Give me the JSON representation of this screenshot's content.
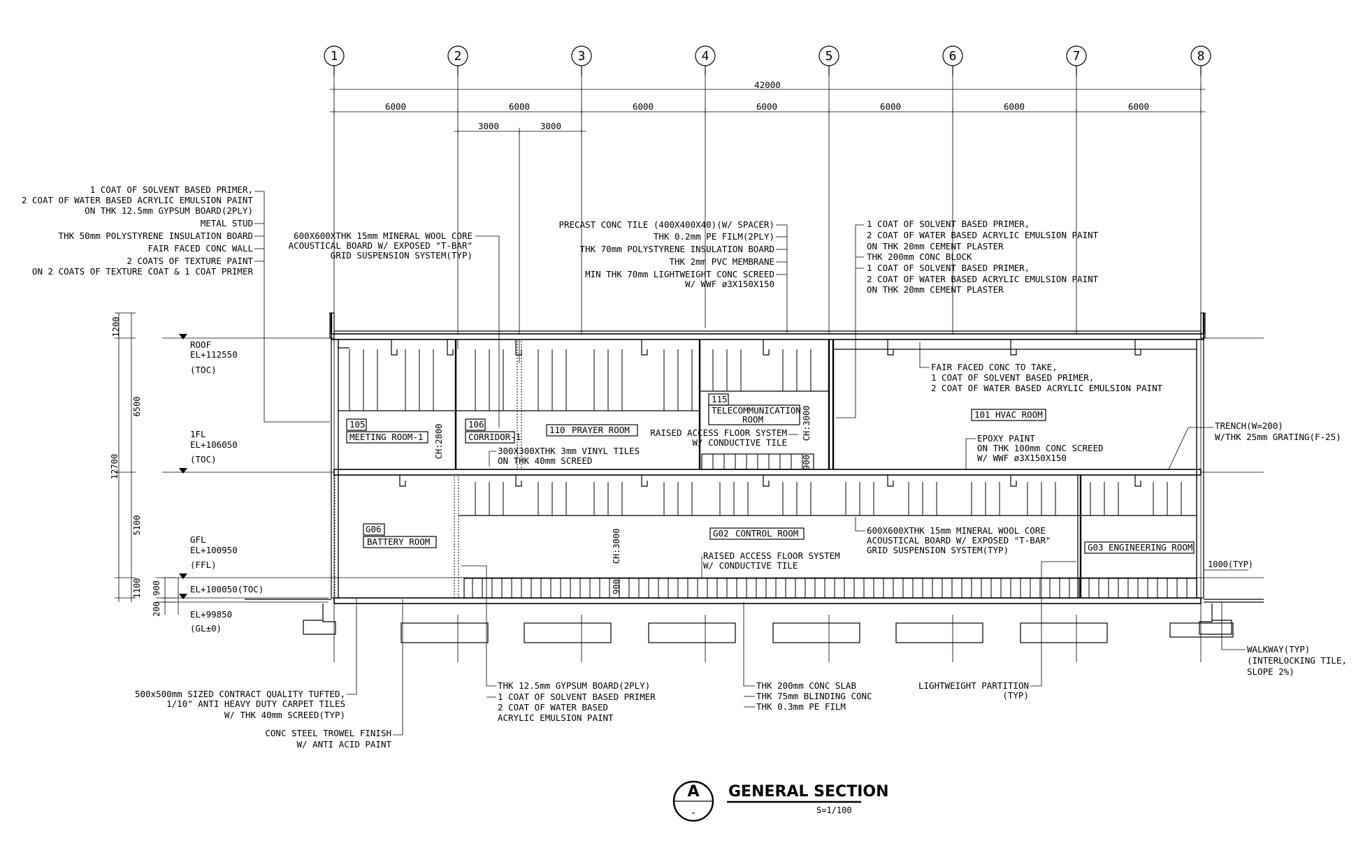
{
  "grid_axes": [
    "1",
    "2",
    "3",
    "4",
    "5",
    "6",
    "7",
    "8"
  ],
  "dimensions": {
    "overall": "42000",
    "bays": [
      "6000",
      "6000",
      "6000",
      "6000",
      "6000",
      "6000",
      "6000"
    ],
    "sub_bays": [
      "3000",
      "3000"
    ],
    "vertical_left": [
      "1200",
      "6500",
      "12700",
      "5100",
      "1100",
      "900",
      "200"
    ],
    "ceiling_heights": [
      "CH:2800",
      "CH:3000",
      "CH:3000"
    ],
    "raised_floor": [
      "900",
      "900"
    ],
    "walkway": "1000(TYP)"
  },
  "levels": [
    {
      "name": "ROOF",
      "el": "EL+112550",
      "note": "(TOC)"
    },
    {
      "name": "1FL",
      "el": "EL+106050",
      "note": "(TOC)"
    },
    {
      "name": "GFL",
      "el": "EL+100950",
      "note": "(FFL)"
    },
    {
      "name": "",
      "el": "EL+100050(TOC)",
      "note": ""
    },
    {
      "name": "",
      "el": "EL+99850",
      "note": "(GL±0)"
    }
  ],
  "rooms": [
    {
      "code": "105",
      "name": "MEETING ROOM-1"
    },
    {
      "code": "106",
      "name": "CORRIDOR-1"
    },
    {
      "code": "110",
      "name": "PRAYER ROOM"
    },
    {
      "code": "115",
      "name": "TELECOMMUNICATION",
      "name2": "ROOM"
    },
    {
      "code": "101",
      "name": "HVAC ROOM"
    },
    {
      "code": "G06",
      "name": "BATTERY ROOM"
    },
    {
      "code": "G02",
      "name": "CONTROL ROOM"
    },
    {
      "code": "G03",
      "name": "ENGINEERING ROOM"
    }
  ],
  "notes": {
    "wall_left": [
      "1 COAT OF SOLVENT BASED PRIMER,",
      "2 COAT OF WATER BASED ACRYLIC EMULSION PAINT",
      "ON THK 12.5mm GYPSUM BOARD(2PLY)",
      "METAL STUD",
      "THK 50mm POLYSTYRENE INSULATION BOARD",
      "FAIR FACED CONC WALL",
      "2 COATS OF TEXTURE PAINT",
      "ON 2 COATS OF TEXTURE COAT & 1 COAT PRIMER"
    ],
    "ceiling_upper": [
      "600X600XTHK 15mm MINERAL WOOL CORE",
      "ACOUSTICAL BOARD W/ EXPOSED \"T-BAR\"",
      "GRID SUSPENSION SYSTEM(TYP)"
    ],
    "roof": [
      "PRECAST CONC TILE (400X400X40)(W/ SPACER)",
      "THK 0.2mm PE FILM(2PLY)",
      "THK 70mm POLYSTYRENE INSULATION BOARD",
      "THK 2mm PVC MEMBRANE",
      "MIN THK 70mm LIGHTWEIGHT CONC SCREED",
      "W/ WWF ø3X150X150"
    ],
    "wall_right": [
      "1 COAT OF SOLVENT BASED PRIMER,",
      "2 COAT OF WATER BASED ACRYLIC EMULSION PAINT",
      "ON THK 20mm CEMENT PLASTER",
      "THK 200mm CONC BLOCK",
      "1 COAT OF SOLVENT BASED PRIMER,",
      "2 COAT OF WATER BASED ACRYLIC EMULSION PAINT",
      "ON THK 20mm CEMENT PLASTER"
    ],
    "hvac_wall": [
      "FAIR FACED CONC TO TAKE,",
      "1 COAT OF SOLVENT BASED PRIMER,",
      "2 COAT OF WATER BASED ACRYLIC EMULSION PAINT"
    ],
    "raised_upper": [
      "RAISED ACCESS FLOOR SYSTEM",
      "W/ CONDUCTIVE TILE"
    ],
    "vinyl": [
      "300X300XTHK 3mm VINYL TILES",
      "ON THK 40mm SCREED"
    ],
    "epoxy": [
      "EPOXY PAINT",
      "ON THK 100mm CONC SCREED",
      "W/ WWF ø3X150X150"
    ],
    "trench": [
      "TRENCH(W=200)",
      "W/THK 25mm GRATING(F-25)"
    ],
    "ceiling_lower": [
      "600X600XTHK 15mm MINERAL WOOL CORE",
      "ACOUSTICAL BOARD W/ EXPOSED \"T-BAR\"",
      "GRID SUSPENSION SYSTEM(TYP)"
    ],
    "raised_lower": [
      "RAISED ACCESS FLOOR SYSTEM",
      "W/ CONDUCTIVE TILE"
    ],
    "carpet": [
      "500x500mm SIZED CONTRACT QUALITY TUFTED,",
      "1/10\" ANTI HEAVY DUTY CARPET TILES",
      "W/ THK 40mm SCREED(TYP)"
    ],
    "trowel": [
      "CONC STEEL TROWEL FINISH",
      "W/ ANTI ACID PAINT"
    ],
    "gypsum": [
      "THK 12.5mm GYPSUM BOARD(2PLY)",
      "1 COAT OF SOLVENT BASED PRIMER",
      "2 COAT OF WATER BASED",
      "ACRYLIC EMULSION PAINT"
    ],
    "slab": [
      "THK 200mm CONC SLAB",
      "THK 75mm BLINDING CONC",
      "THK 0.3mm PE FILM"
    ],
    "partition": [
      "LIGHTWEIGHT PARTITION",
      "(TYP)"
    ],
    "walkway": [
      "WALKWAY(TYP)",
      "(INTERLOCKING TILE,",
      "SLOPE 2%)"
    ]
  },
  "title": {
    "mark": "A",
    "sheet": "-",
    "name": "GENERAL SECTION",
    "scale": "S=1/100"
  }
}
